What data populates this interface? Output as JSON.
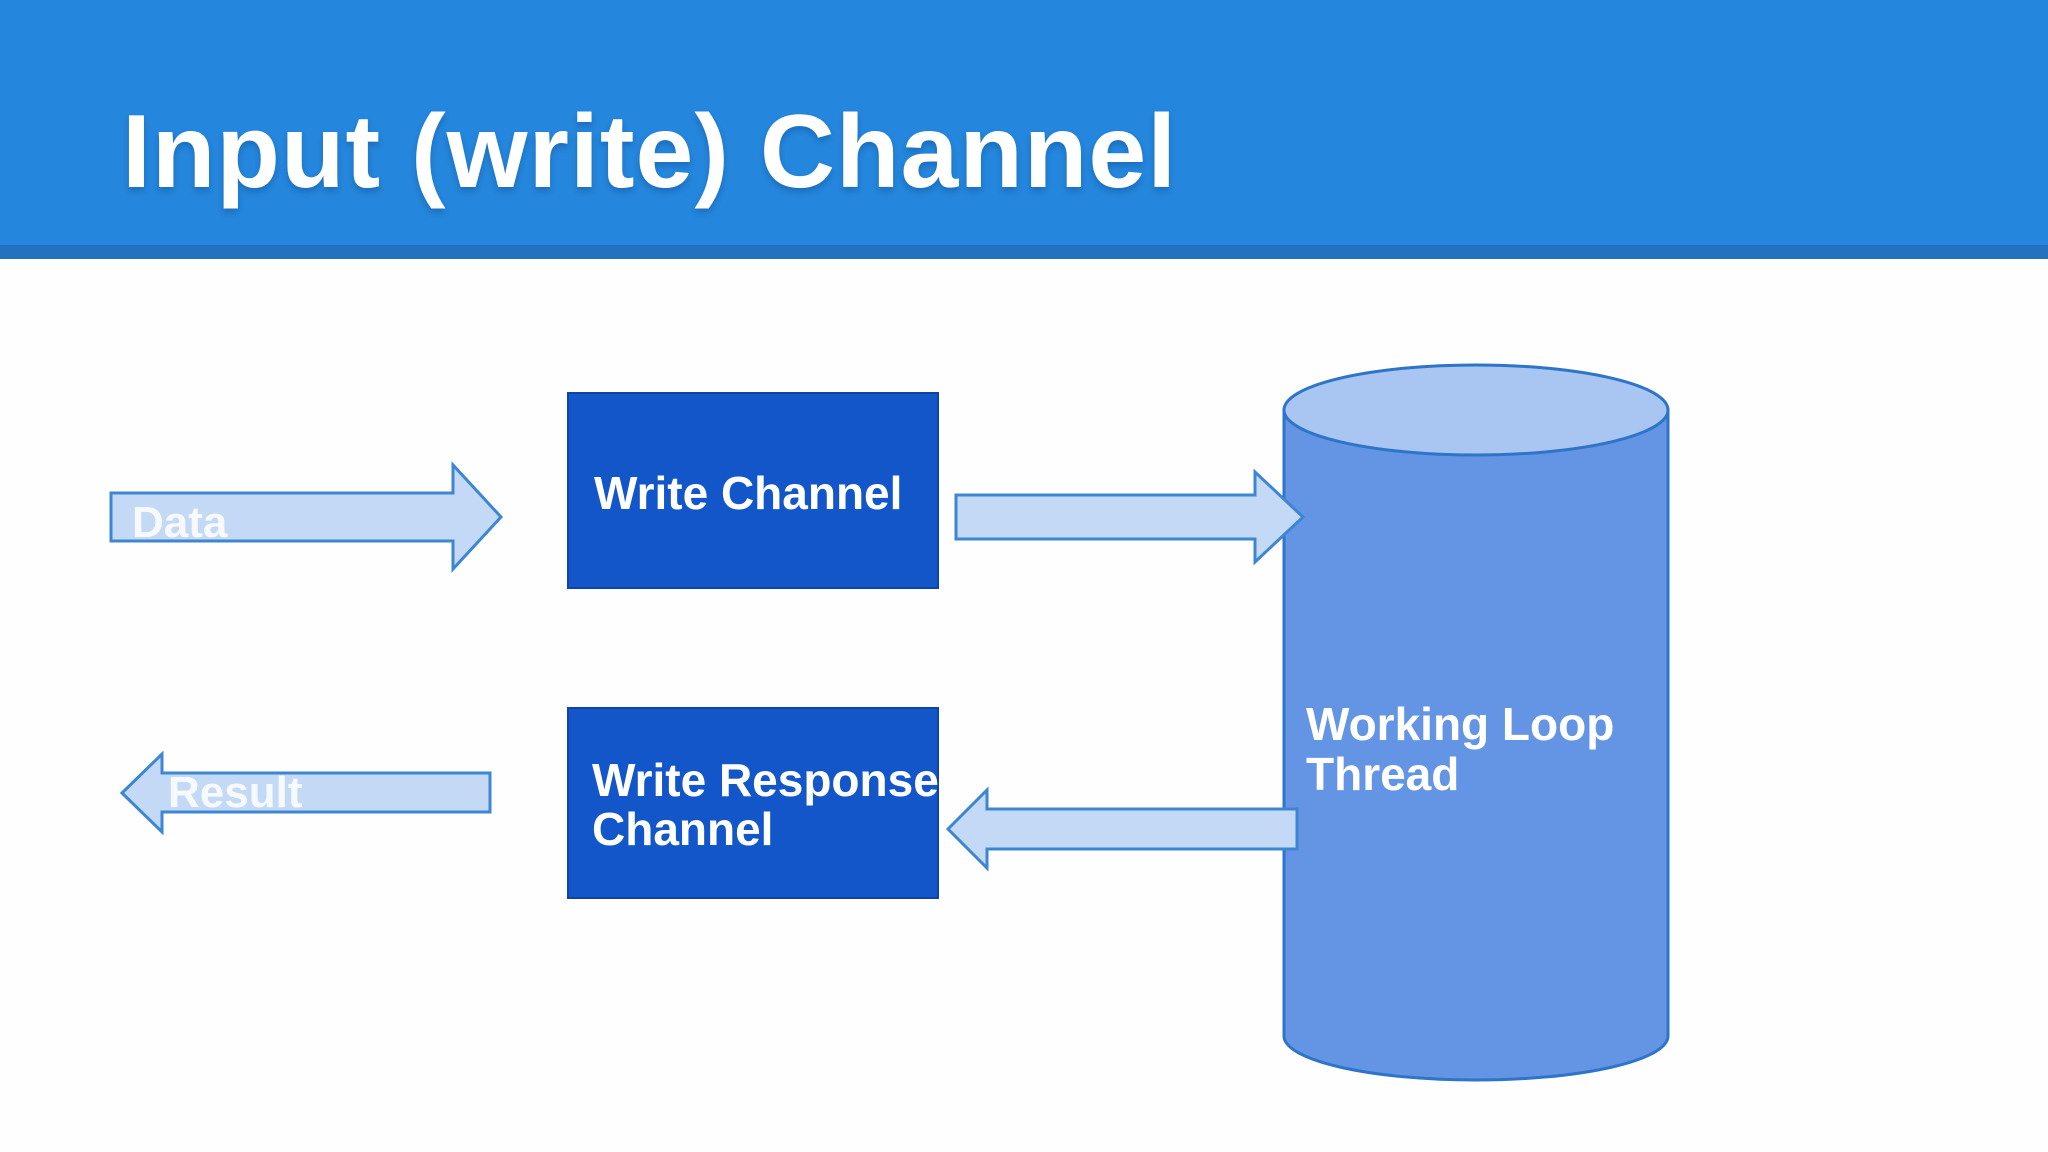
{
  "slide": {
    "title": "Input (write) Channel",
    "header": {
      "bg_color": "#2486dc",
      "strip_color": "#2272bf",
      "title_color": "#ffffff"
    }
  },
  "diagram": {
    "boxes": {
      "write_channel": {
        "label": "Write Channel"
      },
      "write_response_channel": {
        "line1": "Write Response",
        "line2": "Channel"
      }
    },
    "cylinder": {
      "line1": "Working Loop",
      "line2": "Thread"
    },
    "arrows": {
      "data": {
        "label": "Data",
        "direction": "right"
      },
      "to_thread": {
        "label": "",
        "direction": "right"
      },
      "from_thread": {
        "label": "",
        "direction": "left"
      },
      "result": {
        "label": "Result",
        "direction": "left"
      }
    },
    "colors": {
      "box_fill": "#1356c9",
      "box_border": "#0e44a8",
      "arrow_fill": "#c3d9f5",
      "arrow_border": "#3e86d2",
      "cylinder_fill": "#6494e4",
      "cylinder_top": "#a9c5f1",
      "cylinder_border": "#2e74c9",
      "label_color": "#ffffff"
    }
  }
}
